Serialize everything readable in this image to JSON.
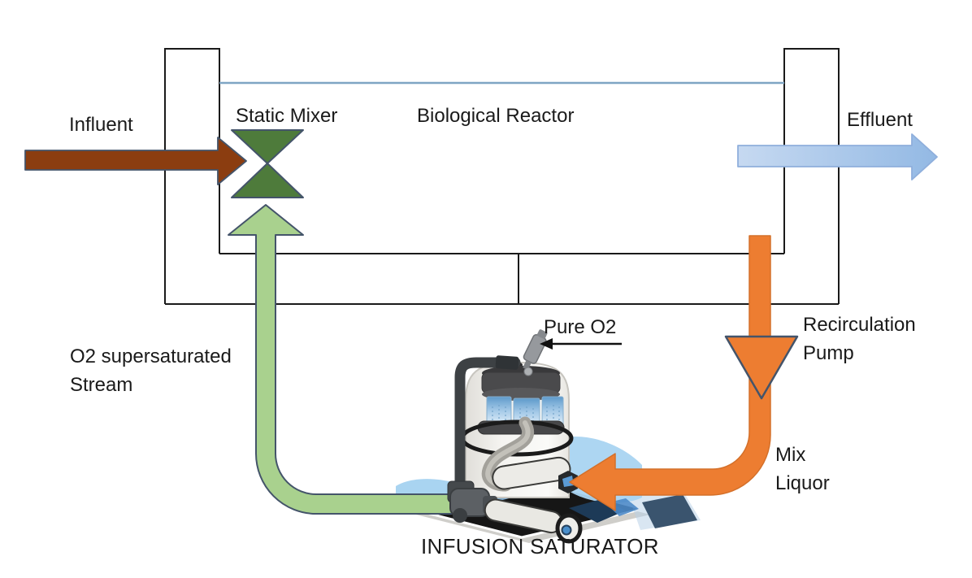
{
  "diagram": {
    "labels": {
      "influent": "Influent",
      "static_mixer": "Static Mixer",
      "biological_reactor": "Biological Reactor",
      "effluent": "Effluent",
      "pure_o2": "Pure O2",
      "recirculation_pump": [
        "Recirculation",
        "Pump"
      ],
      "mix_liquor": [
        "Mix",
        "Liquor"
      ],
      "o2_supersaturated_stream": [
        "O2 supersaturated",
        "Stream"
      ],
      "infusion_saturator": "INFUSION SATURATOR"
    },
    "colors": {
      "influent_arrow": "#8B3D10",
      "effluent_arrow": "#A6C3E8",
      "static_mixer": "#4E7B3B",
      "o2_stream_arrow": "#A9D18E",
      "recirculation_arrow": "#ED7D31",
      "shape_outline": "#44546A",
      "water_line": "#7FA5C4",
      "tank_outline": "#1A1A1A"
    }
  }
}
